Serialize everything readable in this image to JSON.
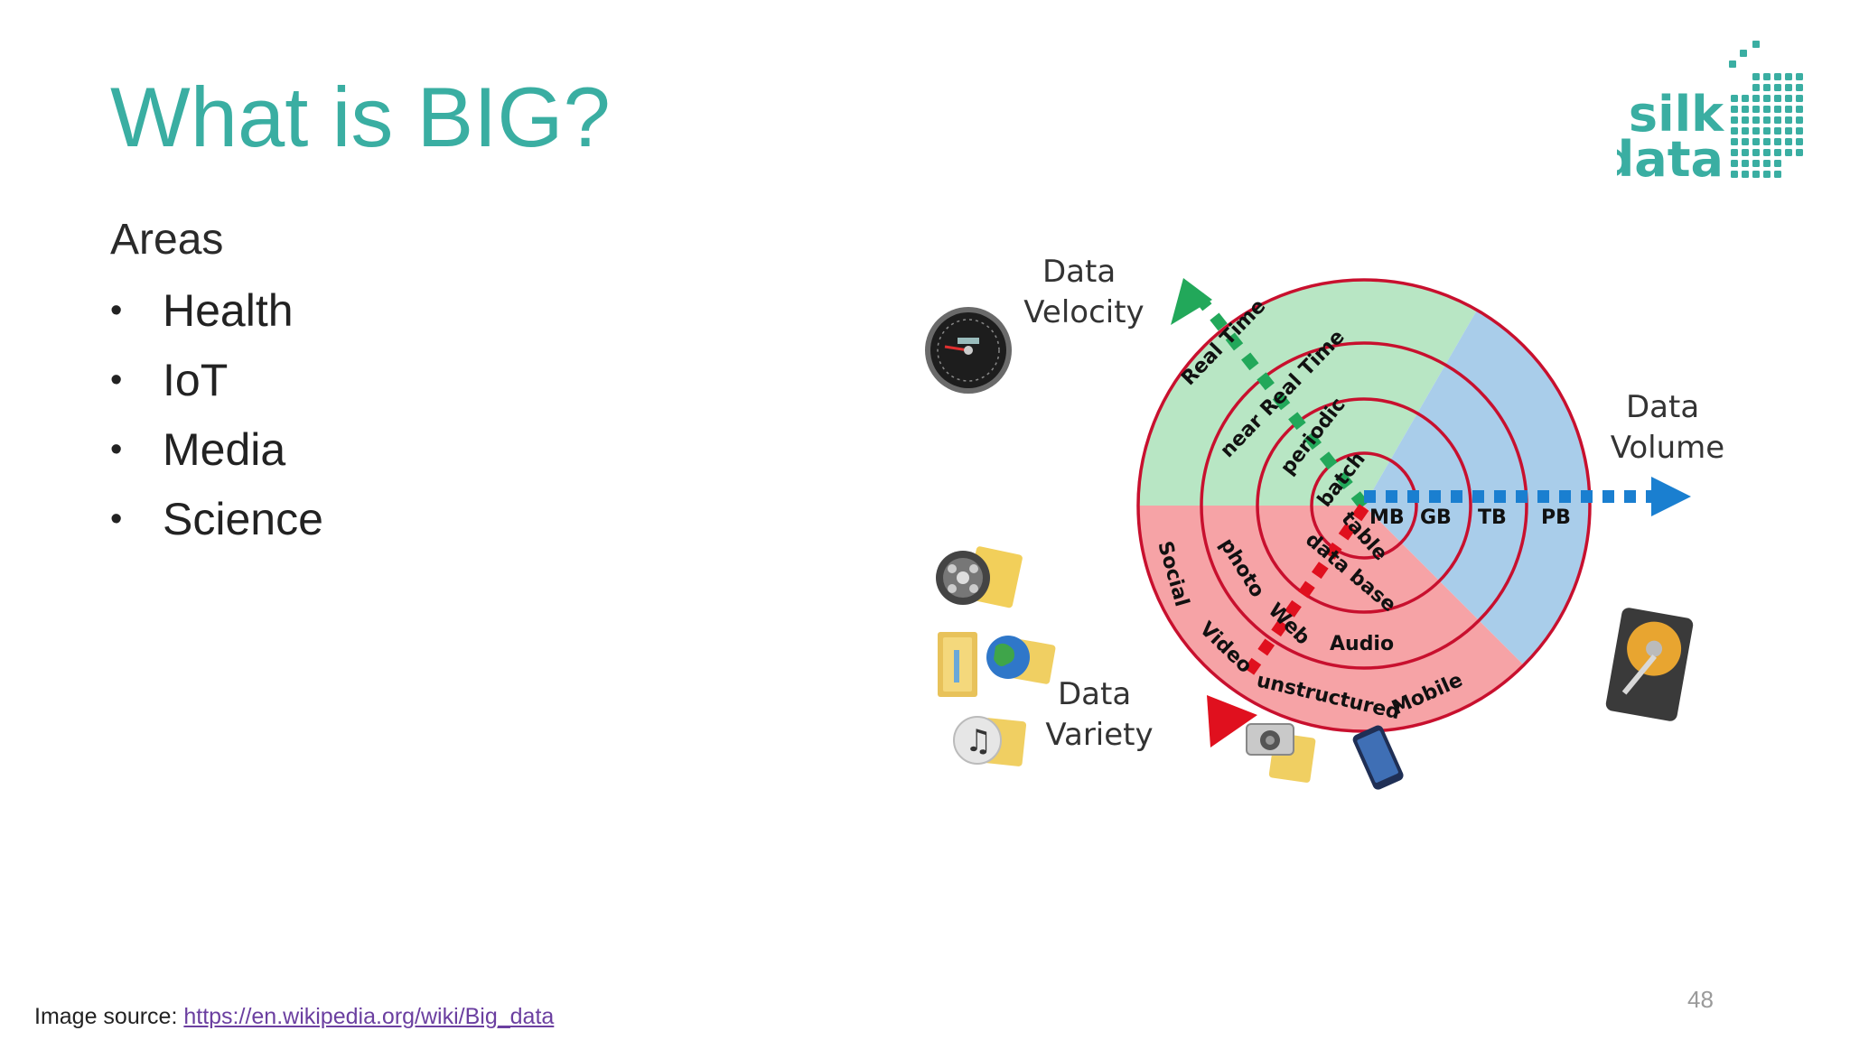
{
  "slide": {
    "title": "What is BIG?",
    "subhead": "Areas",
    "bullets": [
      "Health",
      "IoT",
      "Media",
      "Science"
    ],
    "bullet_glyph": "•",
    "page_number": "48",
    "source_label": "Image source: ",
    "source_url": "https://en.wikipedia.org/wiki/Big_data"
  },
  "logo": {
    "line1": "silk",
    "line2": "data",
    "color": "#3aaea2"
  },
  "diagram": {
    "velocity_label": [
      "Data",
      "Velocity"
    ],
    "volume_label": [
      "Data",
      "Volume"
    ],
    "variety_label": [
      "Data",
      "Variety"
    ],
    "velocity_terms": [
      "Real Time",
      "near Real Time",
      "periodic",
      "batch"
    ],
    "volume_terms": [
      "MB",
      "GB",
      "TB",
      "PB"
    ],
    "variety_terms": [
      "table",
      "data base",
      "photo",
      "Web",
      "Audio",
      "Social",
      "Video",
      "unstructured",
      "Mobile"
    ],
    "colors": {
      "velocity": "#22a85a",
      "volume": "#1a7fd0",
      "variety": "#e0101e",
      "ring": "#c8102e",
      "green_fill": "#b8e6c4",
      "blue_fill": "#a9cdea",
      "red_fill": "#f6a3a6"
    },
    "icons": [
      "speedometer-icon",
      "film-reel-icon",
      "folder-icon",
      "globe-icon",
      "music-icon",
      "camera-icon",
      "phone-icon",
      "hard-drive-icon"
    ]
  }
}
